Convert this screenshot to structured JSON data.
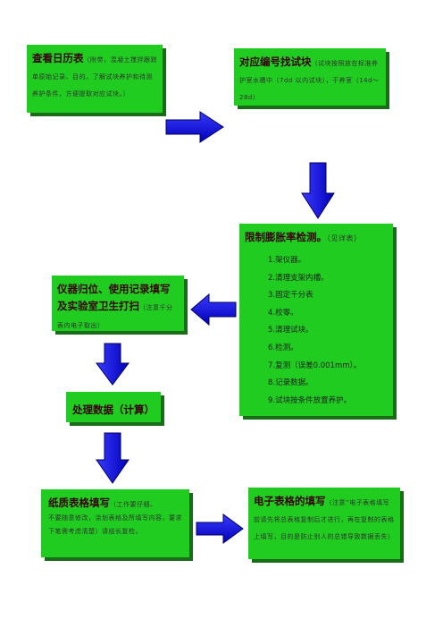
{
  "box1": {
    "title": "查看日历表",
    "note": "（附带，混凝土搅拌跟踪单原始记录、目的、了解试块养护和待测养护条件，方便提取对应试块。）"
  },
  "box2": {
    "title": "对应编号找试块",
    "note": "（试块按照放在标准养护室水槽中（7dd 以内试块），干养室（14d～28d）"
  },
  "box3": {
    "title": "限制膨胀率检测。",
    "title_note": "（见详表）",
    "steps": [
      "1.架仪器。",
      "2.清理支架内槽。",
      "3.固定千分表",
      "4.校零。",
      "5.清理试块。",
      "6.检测。",
      "7.复测（误差0.001mm）。",
      "8.记录数据。",
      "9.试块按条件放置养护。"
    ]
  },
  "box4": {
    "title": "仪器归位、使用记录填写及实验室卫生打扫",
    "note": "（注意千分表内电子取出）"
  },
  "box5": {
    "title": "处理数据（计算）"
  },
  "box6": {
    "title": "纸质表格填写",
    "note1": "（工作要仔细、",
    "note2": "不要随意修改，涂划表格及所填写内容，要求下笔需考虑清楚）请组长复检。"
  },
  "box7": {
    "title": "电子表格的填写",
    "note": "（注意“电子表格填写前请先将总表格复制后才进行，再在复制的表格上填写，目的是防止别人的总错导致数据丢失）"
  },
  "colors": {
    "box_fill": "#1fcc1f",
    "shadow": "#1a6b1a",
    "arrow": "#1010e0",
    "title_text": "#3a0010"
  }
}
